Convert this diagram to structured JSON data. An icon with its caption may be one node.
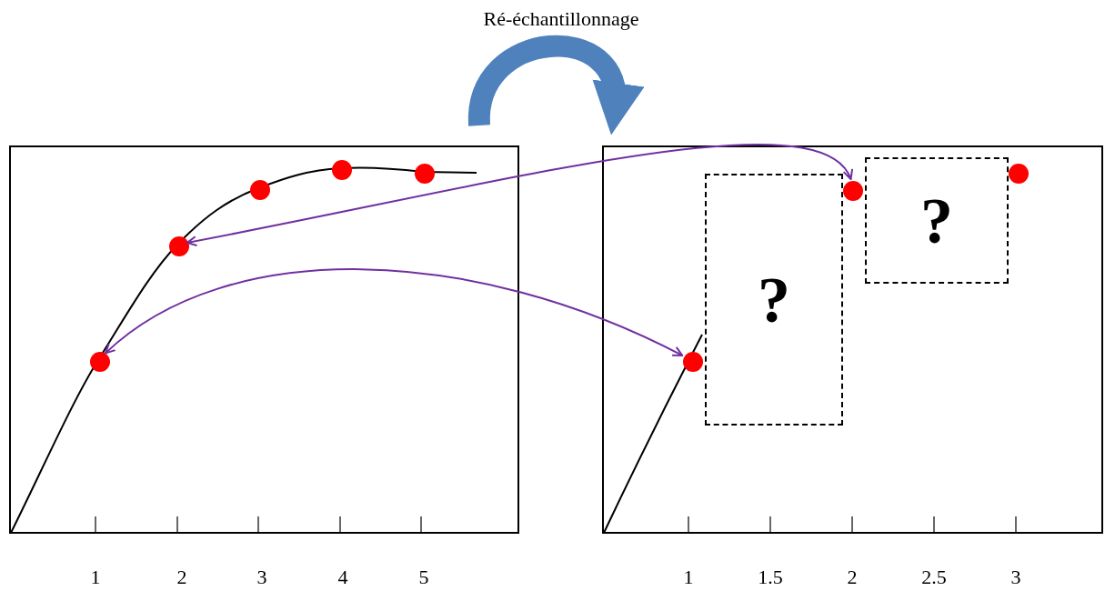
{
  "diagram": {
    "nodes": [
      {
        "text": [],
        "shape": "box"
      },
      {
        "text": [],
        "shape": "circle",
        "in": 0
      },
      {
        "text": [],
        "shape": "circle",
        "in": 0
      },
      {
        "text": [],
        "shape": "circle",
        "in": 0
      },
      {
        "text": [],
        "shape": "circle",
        "in": 0
      },
      {
        "text": [],
        "shape": "circle",
        "in": 0
      },
      {
        "text": [],
        "shape": "box"
      },
      {
        "text": [
          "?"
        ],
        "in": 6
      },
      {
        "text": [
          "?"
        ],
        "in": 6
      },
      {
        "text": [],
        "shape": "circle",
        "in": 6
      },
      {
        "text": [],
        "shape": "circle",
        "in": 6
      },
      {
        "text": [],
        "shape": "circle",
        "in": 6
      }
    ],
    "edges": [
      {
        "from": 1,
        "to": 9,
        "arrow": "both"
      },
      {
        "from": 2,
        "to": 10,
        "arrow": "both"
      },
      {
        "from": 0,
        "to": 6,
        "arrow": "to",
        "label": "Ré-échantillonnage",
        "style": "thick",
        "color": "#4f81bd"
      }
    ],
    "labels": [
      "1",
      "2",
      "3",
      "4",
      "5",
      "1",
      "1.5",
      "2",
      "2.5",
      "3"
    ]
  }
}
